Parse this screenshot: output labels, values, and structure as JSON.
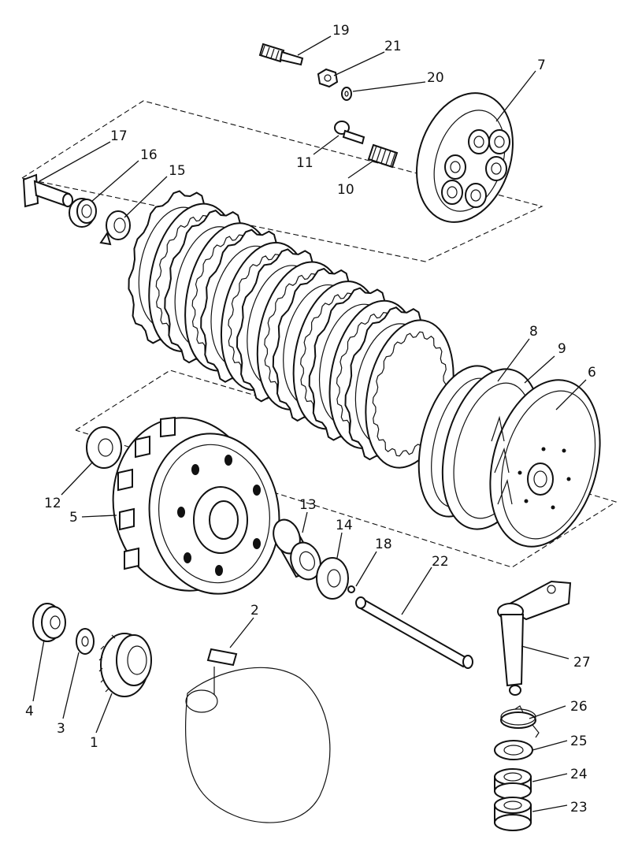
{
  "labels": {
    "p1": "1",
    "p2": "2",
    "p3": "3",
    "p4": "4",
    "p5": "5",
    "p6": "6",
    "p7": "7",
    "p8": "8",
    "p9": "9",
    "p10": "10",
    "p11": "11",
    "p12": "12",
    "p13": "13",
    "p14": "14",
    "p15": "15",
    "p16": "16",
    "p17": "17",
    "p18": "18",
    "p19": "19",
    "p20": "20",
    "p21": "21",
    "p22": "22",
    "p23": "23",
    "p24": "24",
    "p25": "25",
    "p26": "26",
    "p27": "27"
  },
  "plate_stack": {
    "plates": [
      {
        "type": "friction"
      },
      {
        "type": "steel"
      },
      {
        "type": "friction"
      },
      {
        "type": "steel"
      },
      {
        "type": "friction"
      },
      {
        "type": "steel"
      },
      {
        "type": "friction"
      },
      {
        "type": "steel"
      },
      {
        "type": "friction"
      },
      {
        "type": "steel"
      },
      {
        "type": "friction"
      },
      {
        "type": "steel"
      },
      {
        "type": "friction"
      },
      {
        "type": "steel"
      }
    ]
  }
}
